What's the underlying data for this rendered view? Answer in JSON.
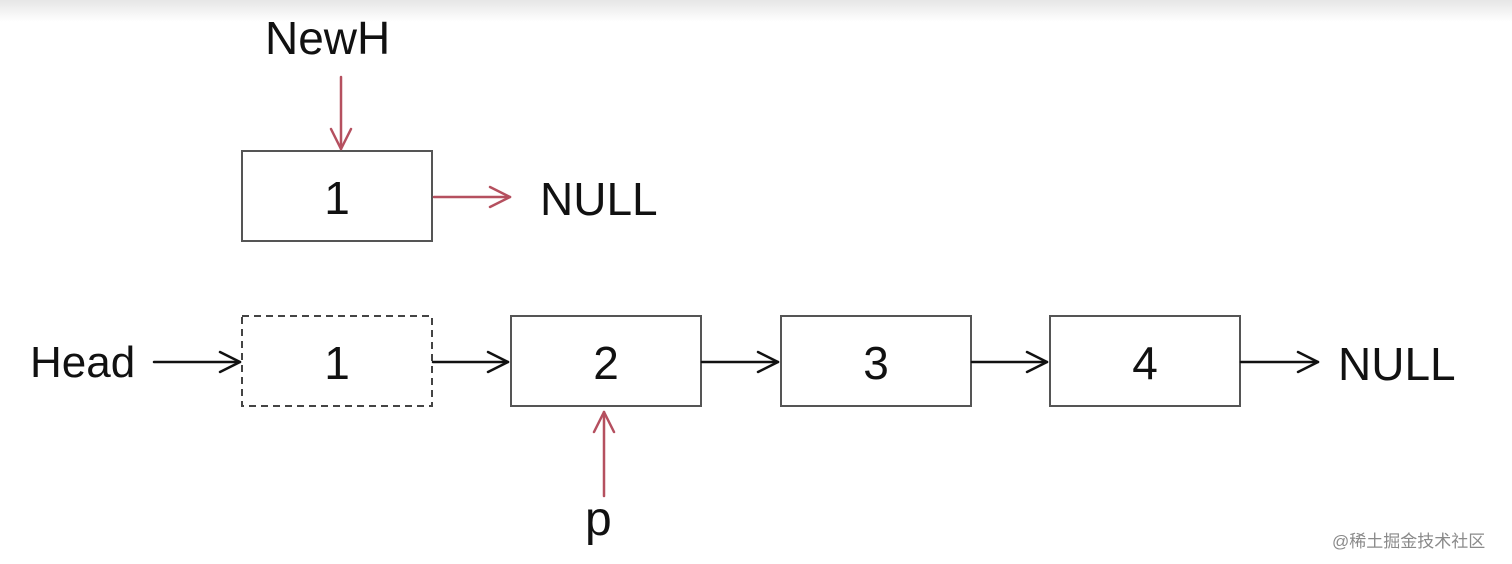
{
  "labels": {
    "newh": "NewH",
    "null_top": "NULL",
    "head": "Head",
    "null_bottom": "NULL",
    "p": "p"
  },
  "nodes": {
    "new_node": "1",
    "removed_node": "1",
    "node_2": "2",
    "node_3": "3",
    "node_4": "4"
  },
  "watermark": "@稀土掘金技术社区",
  "colors": {
    "pointer_red": "#b5505f",
    "link_black": "#111111",
    "box_border": "#555555",
    "dashed_border": "#444444"
  }
}
